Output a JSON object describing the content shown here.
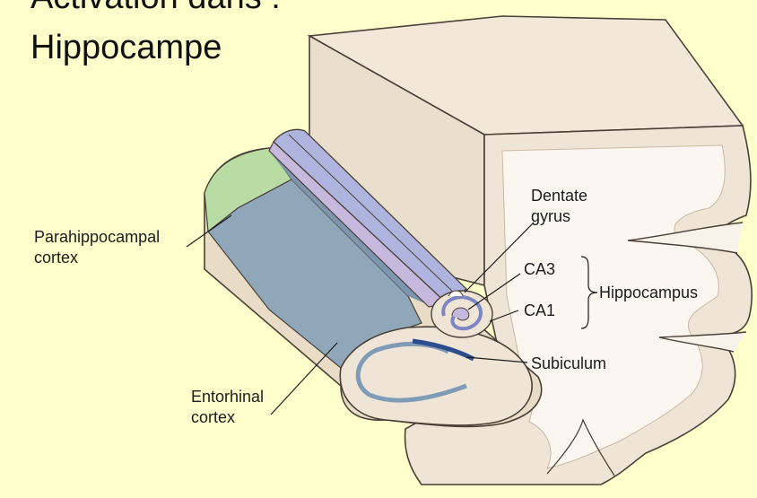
{
  "slide": {
    "title_line1": "Activation dans :",
    "title_line2": "Hippocampe"
  },
  "colors": {
    "background": "#ffffcc",
    "tissue": "#efe5d6",
    "white_matter": "#fbf7f0",
    "parahippocampal": "#b9dca5",
    "entorhinal": "#8fa7b8",
    "hippocampal_band": "#c7b8dd",
    "hippocampal_band_outer": "#aeb4de",
    "ca_fields": "#7b86c2",
    "subiculum": "#2c4c8c"
  },
  "labels": {
    "parahippocampal_line1": "Parahippocampal",
    "parahippocampal_line2": "cortex",
    "entorhinal_line1": "Entorhinal",
    "entorhinal_line2": "cortex",
    "dentate_line1": "Dentate",
    "dentate_line2": "gyrus",
    "ca3": "CA3",
    "ca1": "CA1",
    "hippocampus": "Hippocampus",
    "subiculum": "Subiculum"
  }
}
